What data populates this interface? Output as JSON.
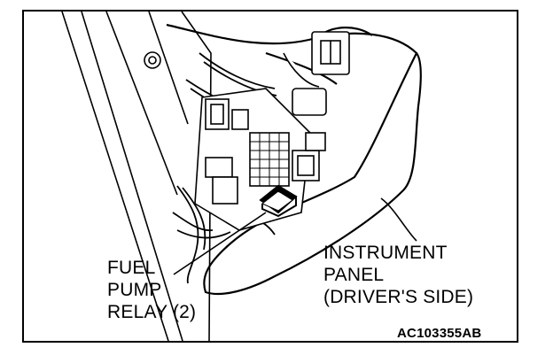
{
  "diagram": {
    "callouts": {
      "relay": {
        "line1": "FUEL",
        "line2": "PUMP",
        "line3": "RELAY (2)"
      },
      "panel": {
        "line1": "INSTRUMENT",
        "line2": "PANEL",
        "line3": "(DRIVER'S SIDE)"
      }
    },
    "figure_code": "AC103355AB"
  },
  "style": {
    "ink": "#000000",
    "paper": "#ffffff"
  }
}
